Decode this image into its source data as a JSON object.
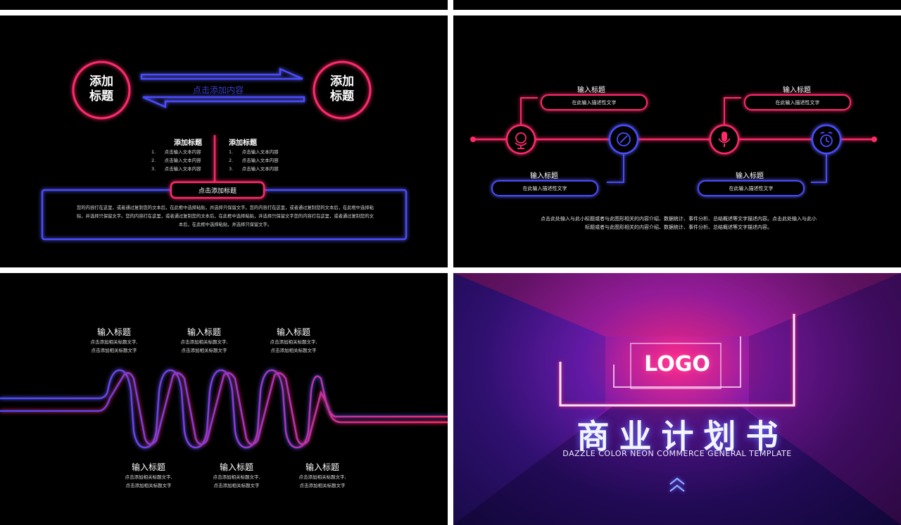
{
  "slide_a": {
    "left_circle": "添加\n标题",
    "right_circle": "添加\n标题",
    "arrow_text": "点击添加内容",
    "col1": {
      "title": "添加标题",
      "items": [
        "点击输入文本内容",
        "点击输入文本内容",
        "点击输入文本内容"
      ]
    },
    "col2": {
      "title": "添加标题",
      "items": [
        "点击输入文本内容",
        "点击输入文本内容",
        "点击输入文本内容"
      ]
    },
    "nums": [
      "1.",
      "2.",
      "3."
    ],
    "box_title": "点击添加标题",
    "box_text_1": "您的内容打在这里，或者通过复制您的文本后，在此框中选择粘贴，并选择只保留文字。您的内容打在这里，或者通过复制您的文本后，在此框中选择粘",
    "box_text_2": "贴，并选择只保留文字。您的内容打在这里，或者通过复制您的文本后，在此框中选择粘贴，并选择只保留文字您的内容打在这里，或者通过复制您的文",
    "box_text_3": "本后，在此框中选择粘贴，并选择只保留文字。"
  },
  "slide_b": {
    "top_titles": [
      "输入标题",
      "输入标题"
    ],
    "top_descs": [
      "在此输入描述性文字",
      "在此输入描述性文字"
    ],
    "bottom_titles": [
      "输入标题",
      "输入标题"
    ],
    "bottom_descs": [
      "在此输入描述性文字",
      "在此输入描述性文字"
    ],
    "icons": [
      "globe-icon",
      "compass-icon",
      "microphone-icon",
      "alarm-clock-icon"
    ],
    "para_1": "点击此处输入与此小标题或者与此图形相关的内容介绍、数据统计、事件分析、总结概述等文字描述内容。点击此处输入与此小",
    "para_2": "标题或者与此图形相关的内容介绍、数据统计、事件分析、总结概述等文字描述内容。"
  },
  "slide_c": {
    "top": [
      {
        "title": "输入标题",
        "l1": "点击添加相关标题文字,",
        "l2": "点击添加相关标题文字"
      },
      {
        "title": "输入标题",
        "l1": "点击添加相关标题文字,",
        "l2": "点击添加相关标题文字"
      },
      {
        "title": "输入标题",
        "l1": "点击添加相关标题文字,",
        "l2": "点击添加相关标题文字"
      }
    ],
    "bottom": [
      {
        "title": "输入标题",
        "l1": "点击添加相关标题文字,",
        "l2": "点击添加相关标题文字"
      },
      {
        "title": "输入标题",
        "l1": "点击添加相关标题文字,",
        "l2": "点击添加相关标题文字"
      },
      {
        "title": "输入标题",
        "l1": "点击添加相关标题文字,",
        "l2": "点击添加相关标题文字"
      }
    ]
  },
  "slide_d": {
    "logo": "LOGO",
    "title": "商 业 计 划 书",
    "subtitle": "DAZZLE COLOR NEON COMMERCE GENERAL TEMPLATE",
    "icon": "double-chevron-up-icon"
  },
  "colors": {
    "neon_red": "#ff2a6a",
    "neon_blue": "#4a4cff",
    "bg": "#000000",
    "gap": "#ffffff"
  }
}
